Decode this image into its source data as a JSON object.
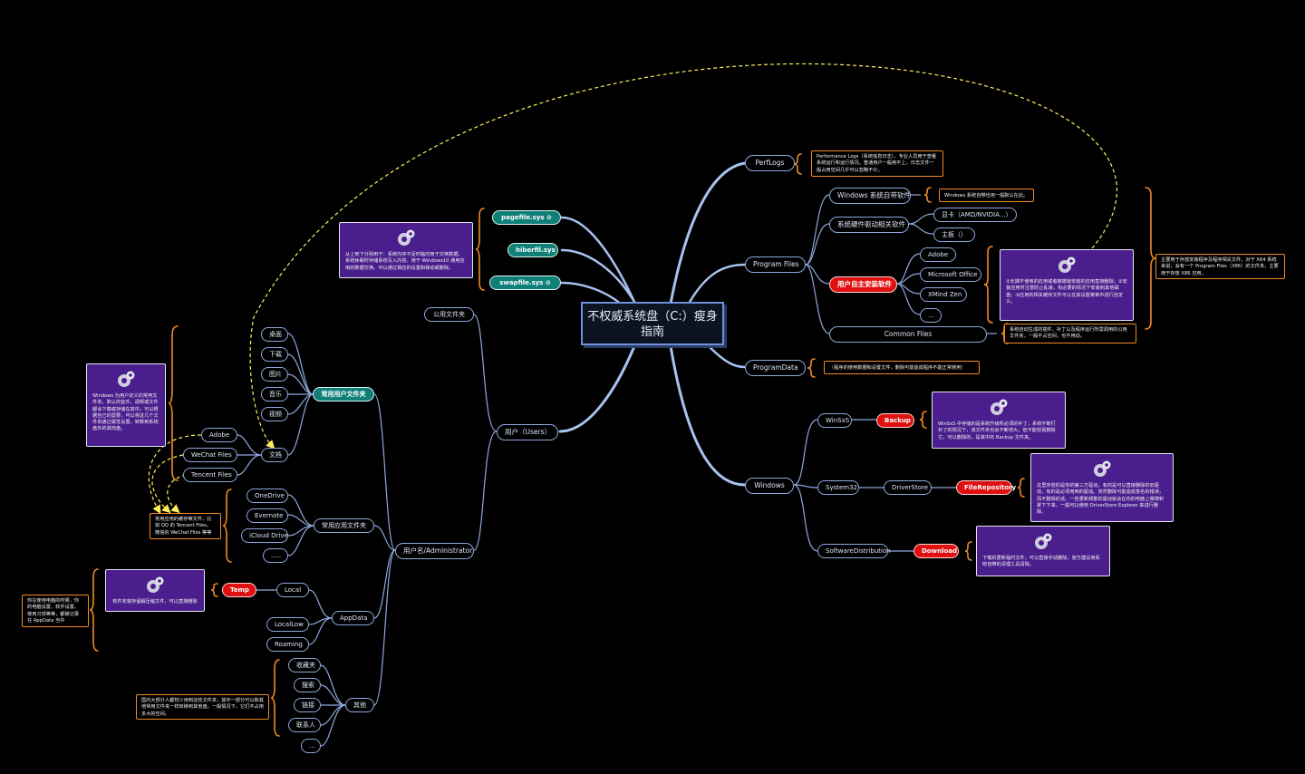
{
  "root": {
    "title": "不权威系统盘（C:）瘦身指南"
  },
  "nodes": {
    "perflogs": "PerfLogs",
    "program_files": "Program Files",
    "programdata": "ProgramData",
    "windows": "Windows",
    "pagefile": "pagefile.sys",
    "hiberfil": "hiberfil.sys",
    "swapfile": "swapfile.sys",
    "public": "公用文件夹",
    "users": "用户（Users）",
    "admin": "用户名/Administrator",
    "win_builtin": "Windows 系统自带软件",
    "driver_soft": "系统硬件驱动相关软件",
    "gpu": "显卡（AMD/NVIDIA...）",
    "mobo": "主板（）",
    "user_soft": "用户自主安装软件",
    "adobe_pf": "Adobe",
    "ms_office": "Microsoft Office",
    "xmind": "XMind Zen",
    "pf_more": "...",
    "common_files": "Common Files",
    "winsxs": "WinSxS",
    "backup": "Backup",
    "system32": "System32",
    "driverstore": "DriverStore",
    "filerepo": "FileRepository",
    "softdist": "SoftwareDistribution",
    "download": "Download",
    "common_user_folders": "常用用户文件夹",
    "desktop": "桌面",
    "downloads": "下载",
    "pictures": "图片",
    "music": "音乐",
    "videos": "视频",
    "documents": "文档",
    "adobe_doc": "Adobe",
    "wechat": "WeChat Files",
    "tencent": "Tencent Files",
    "common_app_folders": "常用应用文件夹",
    "onedrive": "OneDrive",
    "evernote": "Evernote",
    "icloud": "iCloud Drive",
    "app_more": ".....",
    "appdata": "AppData",
    "local": "Local",
    "temp": "Temp",
    "locallow": "LocalLow",
    "roaming": "Roaming",
    "other": "其他",
    "favorites": "收藏夹",
    "search": "搜索",
    "links": "链接",
    "contacts": "联系人",
    "other_more": "..."
  },
  "notes": {
    "perflogs": "Performance Logs（系统信息日志），专业人员用于查看系统运行和运行情况。普通用户一般用不上，日志文件一般占用空间几乎可以忽略不计。",
    "win_builtin": "Windows 系统自带也用一般默认在此。",
    "common_files": "系统自动生成的插件、补丁以及程序运行所需调用的公用文件夹，一般不占空间，也不用动。",
    "program_files": "主要用于存放安装程序及程序相关文件，对于 X64 系统来说，会有一个 Program Files（X86）的文件夹，主要用于存放 X86 应用。",
    "programdata": "（程序的使用数据和设置文件，删除可能造成程序不能正常使用）",
    "documents": "常用应用的缓存等文件，比如 QQ 的 Tencent Files，微信的 WeChat Files 等等",
    "appdata": "你在使用电脑的时候，你的电脑设置、软件设置、使用习惯等等，都被记录在 AppData 当中",
    "other": "国内大部分人都较少用到这些文件夹，其中一部分可以和其他常用文件夹一样转移到其他盘。一般情况下，它们不占用多大的空间。"
  },
  "cards": {
    "sys_files": "从上到下分别用于：系统内存不足时临时用于交换数据、系统休眠时存储系统写入内容、用于 Windows10 通用应用的数据交换。可以通过相应的设置和移动或删除。",
    "user_soft": "①长期不使用的应用或者被撤销安装的应用直接删除；②安装应用时注意防止乱装，有必要的情况下安装到其他磁盘；③应用的相关缓存文件可以在其设置菜单中进行自定义。",
    "user_folders": "Windows 为用户定义的常用文件夹，默认的音乐、视频或文件都会下载或存储在其中。可以根据自己的需要，可以将这几个文件夹通过属性设置，转移到系统盘外的其他盘。",
    "backup": "WinSxS 中存储的是系统升级所必须的补丁，系统不断打补丁的情况下，该文件夹也会不断增大，但不能轻易删除它，可以删除的，是其中的 Backup 文件夹。",
    "filerepo": "这里存放的是你的第三方驱动，有的是可以直接删除的旧驱动，有的是必须用到的驱动。突然删除可能造成意名的错误，而不删除的话，一些更新频繁的驱动就会在你的电脑上慢慢积累下下来，一般可以使用 DriverStore Explorer 来进行删除。",
    "download": "下载的更新临时文件，可以直接手动删除，官方建议用系统自带的清理工具清除。",
    "temp": "软件安装存留解压缩文件，可以直接删除"
  },
  "colors": {
    "background": "#000000",
    "branch": "#9ebcf0",
    "edge": "#8fa8dc",
    "teal": "#0f7f78",
    "red": "#e01010",
    "note_border": "#f08a24",
    "card_fill": "#4a1e8c",
    "dashed": "#ffef5a"
  },
  "icons": {
    "gear": "gears-icon",
    "link": "link-icon"
  }
}
